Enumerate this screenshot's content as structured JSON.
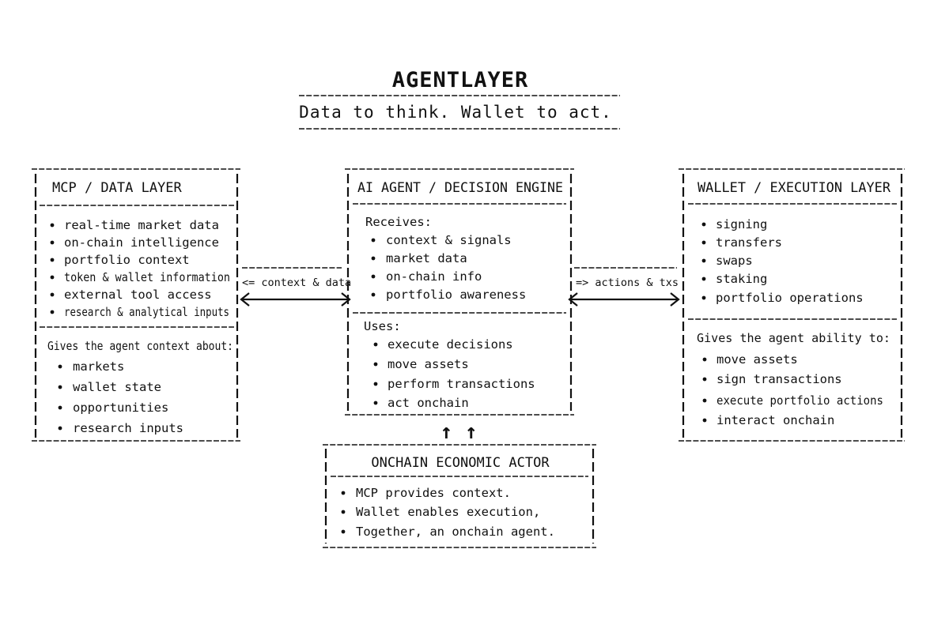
{
  "header": {
    "title": "AGENTLAYER",
    "tagline": "Data to think. Wallet to act."
  },
  "mcp_box": {
    "title": "MCP / DATA LAYER",
    "items": [
      "real-time market data",
      "on-chain intelligence",
      "portfolio context",
      "token & wallet information",
      "external tool access",
      "research & analytical inputs"
    ],
    "context_heading": "Gives the agent context about:",
    "context_items": [
      "markets",
      "wallet state",
      "opportunities",
      "research inputs"
    ]
  },
  "agent_box": {
    "title": "AI AGENT / DECISION ENGINE",
    "receives_heading": "Receives:",
    "receives_items": [
      "context & signals",
      "market data",
      "on-chain info",
      "portfolio awareness"
    ],
    "uses_heading": "Uses:",
    "uses_items": [
      "execute decisions",
      "move assets",
      "perform transactions",
      "act onchain"
    ]
  },
  "wallet_box": {
    "title": "WALLET / EXECUTION LAYER",
    "items": [
      "signing",
      "transfers",
      "swaps",
      "staking",
      "portfolio operations"
    ],
    "ability_heading": "Gives the agent ability to:",
    "ability_items": [
      "move assets",
      "sign transactions",
      "execute portfolio actions",
      "interact onchain"
    ]
  },
  "actor_box": {
    "title": "ONCHAIN ECONOMIC ACTOR",
    "items": [
      "MCP provides context.",
      "Wallet enables execution,",
      "Together, an onchain agent."
    ]
  },
  "connectors": {
    "left_label": "<= context & data",
    "right_label": "=> actions & txs",
    "up_arrows": "↑ ↑"
  }
}
